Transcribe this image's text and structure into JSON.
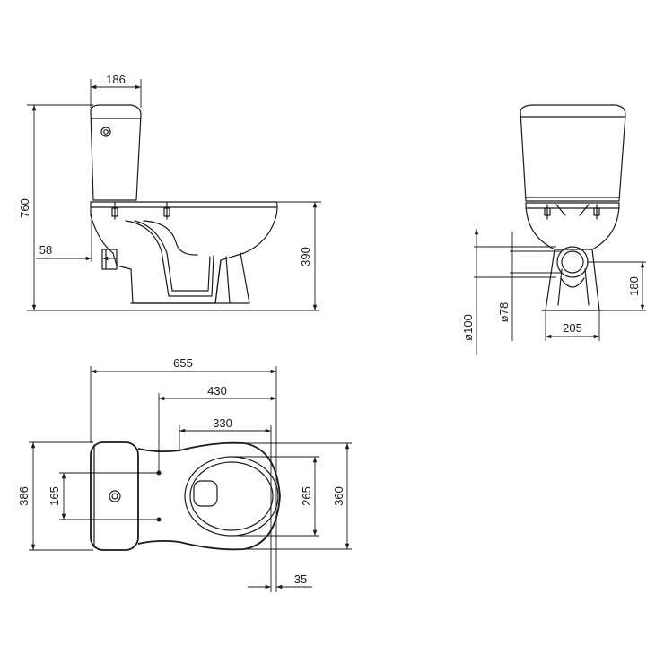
{
  "dimensions": {
    "tank_width_side": "186",
    "total_height": "760",
    "inlet_offset": "58",
    "seat_height": "390",
    "total_length": "655",
    "bowl_length": "430",
    "opening_length": "330",
    "tank_depth_top": "386",
    "inlet_spacing": "165",
    "opening_width": "265",
    "bowl_width": "360",
    "outlet_offset": "35",
    "outlet_diameter_outer": "ø100",
    "outlet_diameter_inner": "ø78",
    "outlet_height": "180",
    "base_width": "205"
  },
  "colors": {
    "line": "#1a1a1a",
    "background": "#ffffff"
  }
}
